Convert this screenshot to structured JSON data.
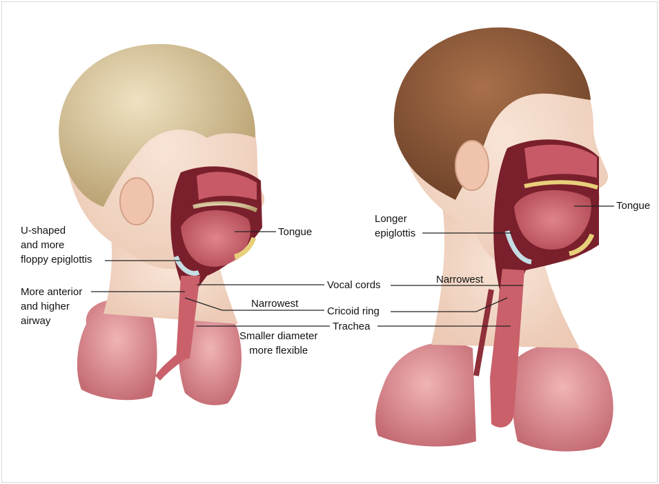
{
  "labels": {
    "child_epiglottis": [
      "U-shaped",
      "and more",
      "floppy epiglottis"
    ],
    "child_airway": [
      "More anterior",
      "and higher",
      "airway"
    ],
    "child_tongue": "Tongue",
    "child_narrowest": "Narrowest",
    "child_trachea_note": [
      "Smaller diameter",
      "more flexible"
    ],
    "vocal_cords": "Vocal cords",
    "cricoid_ring": "Cricoid ring",
    "trachea": "Trachea",
    "adult_epiglottis": [
      "Longer",
      "epiglottis"
    ],
    "adult_narrowest": "Narrowest",
    "adult_tongue": "Tongue"
  },
  "colors": {
    "skin": "#f4d8c8",
    "hair_child": "#d9c49a",
    "hair_adult": "#8a5a3c",
    "tissue": "#c9606a",
    "tissue_dark": "#8e2f3a",
    "lung": "#d98a8e",
    "bone": "#e8d07a"
  }
}
